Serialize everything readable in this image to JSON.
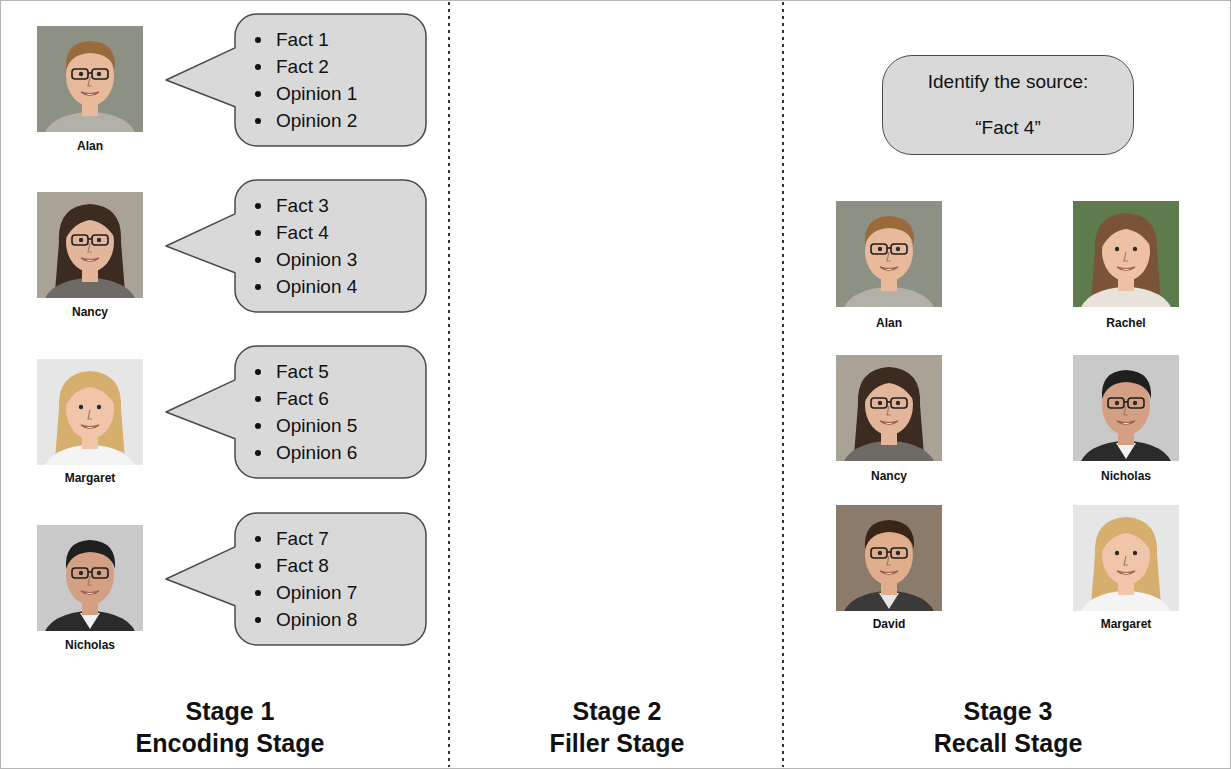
{
  "diagram": {
    "nodes": [
      {
        "text": [
          "Fact 1",
          "Fact 2",
          "Opinion 1",
          "Opinion 2"
        ]
      },
      {
        "text": [
          "Fact 3",
          "Fact 4",
          "Opinion 3",
          "Opinion 4"
        ]
      },
      {
        "text": [
          "Fact 5",
          "Fact 6",
          "Opinion 5",
          "Opinion 6"
        ]
      },
      {
        "text": [
          "Fact 7",
          "Fact 8",
          "Opinion 7",
          "Opinion 8"
        ]
      },
      {
        "text": [
          "Identify the source:",
          "“Fact 4”"
        ]
      }
    ],
    "labels": [
      "Alan",
      "Nancy",
      "Margaret",
      "Nicholas",
      "Alan",
      "Rachel",
      "Nancy",
      "Nicholas",
      "David",
      "Margaret",
      "Stage 1",
      "Encoding Stage",
      "Stage 2",
      "Filler Stage",
      "Stage 3",
      "Recall Stage"
    ]
  }
}
